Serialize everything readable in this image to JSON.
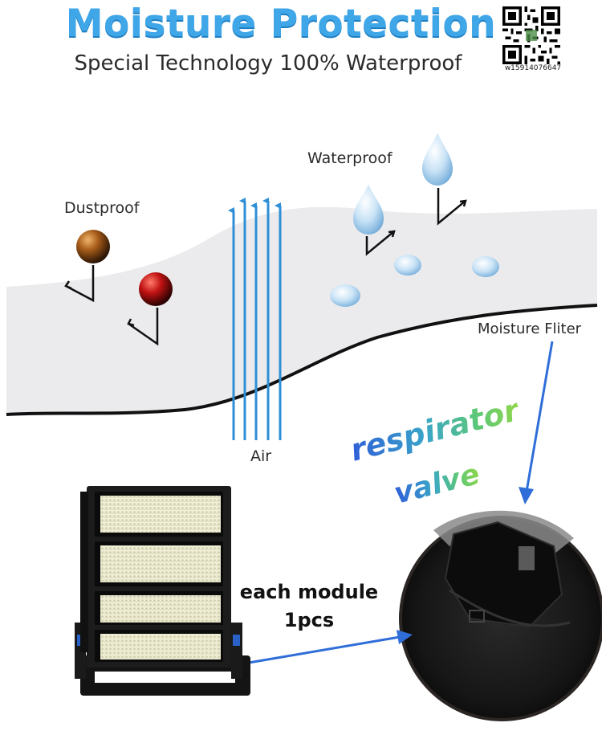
{
  "header": {
    "title": "Moisture Protection",
    "subtitle": "Special Technology 100% Waterproof",
    "qr_caption": "w15914076647"
  },
  "diagram": {
    "labels": {
      "dustproof": "Dustproof",
      "waterproof": "Waterproof",
      "moisture_filter": "Moisture Fliter",
      "air": "Air"
    }
  },
  "product": {
    "respirator_line1": "respirator",
    "respirator_line2": "valve",
    "module_line1": "each module",
    "module_line2": "1pcs"
  },
  "colors": {
    "title_blue": "#3fa6e8",
    "air_arrow_blue": "#2f8fd6",
    "pointer_blue": "#2f6ed8",
    "membrane_gray": "#ebebed",
    "dust_brown": "#8a4a12",
    "dust_red": "#b01010"
  },
  "icons": [
    "qr-code-icon",
    "dust-particle-icon",
    "water-drop-icon",
    "air-arrow-icon",
    "pointer-arrow-icon"
  ]
}
